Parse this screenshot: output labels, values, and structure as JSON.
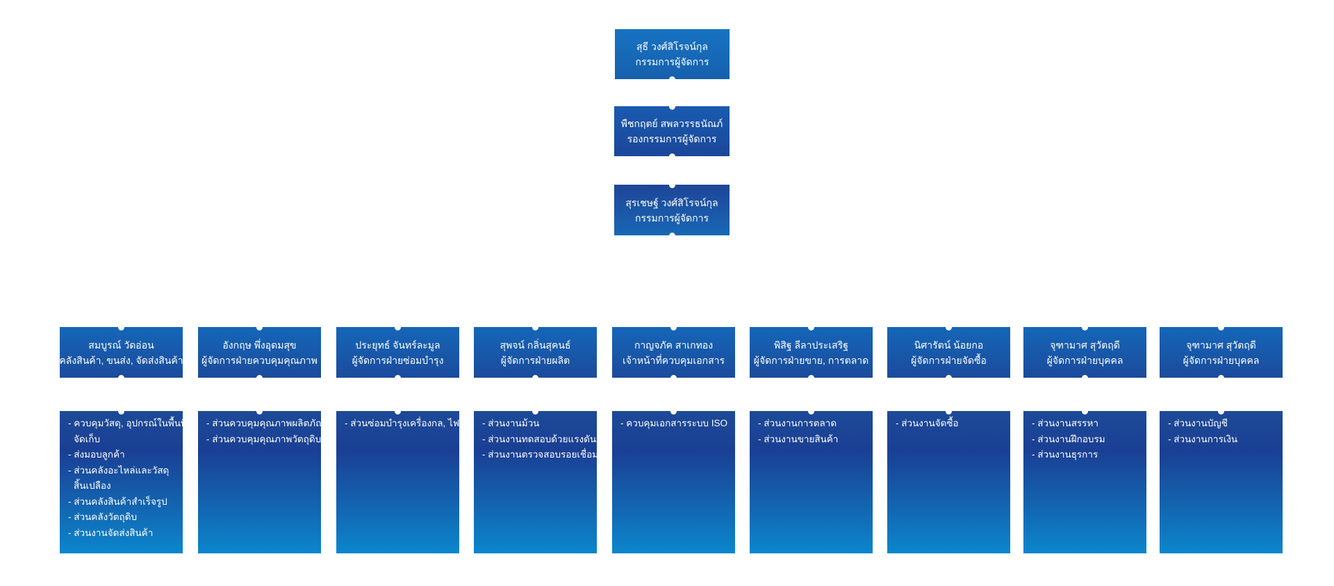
{
  "executives": [
    {
      "name": "สุธี  วงศ์สิโรจน์กุล",
      "title": "กรรมการผู้จัดการ"
    },
    {
      "name": "พืชกฤตย์  สพลวรรธนัณภ์",
      "title": "รองกรรมการผู้จัดการ"
    },
    {
      "name": "สุรเชษฐ์  วงศ์สิโรจน์กุล",
      "title": "กรรมการผู้จัดการ"
    }
  ],
  "departments": [
    {
      "name": "สมบูรณ์  วัดอ่อน",
      "title": "คลังสินค้า, ขนส่ง, จัดส่งสินค้า",
      "items": [
        [
          "- ควบคุมวัสดุ, อุปกรณ์ในพื้นที่",
          "จัดเก็บ"
        ],
        [
          "- ส่งมอบลูกค้า"
        ],
        [
          "- ส่วนคลังอะไหล่และวัสดุ",
          "สิ้นเปลือง"
        ],
        [
          "- ส่วนคลังสินค้าสำเร็จรูป"
        ],
        [
          "- ส่วนคลังวัตถุดิบ"
        ],
        [
          "- ส่วนงานจัดส่งสินค้า"
        ]
      ]
    },
    {
      "name": "อังกฤษ  พึ่งอุดมสุข",
      "title": "ผู้จัดการฝ่ายควบคุมคุณภาพ",
      "items": [
        [
          "- ส่วนควบคุมคุณภาพผลิตภัณฑ์"
        ],
        [
          "- ส่วนควบคุมคุณภาพวัตถุดิบ"
        ]
      ]
    },
    {
      "name": "ประยุทธ์  จันทร์ละมูล",
      "title": "ผู้จัดการฝ่ายซ่อมบำรุง",
      "items": [
        [
          "- ส่วนซ่อมบำรุงเครื่องกล, ไฟฟ้า"
        ]
      ]
    },
    {
      "name": "สุพจน์  กลิ่นสุคนธ์",
      "title": "ผู้จัดการฝ่ายผลิต",
      "items": [
        [
          "- ส่วนงานม้วน"
        ],
        [
          "- ส่วนงานทดสอบด้วยแรงดันน้ำ"
        ],
        [
          "- ส่วนงานตรวจสอบรอยเชื่อม"
        ]
      ]
    },
    {
      "name": "กาญจภัค  สาเกทอง",
      "title": "เจ้าหน้าที่ควบคุมเอกสาร",
      "items": [
        [
          "- ควบคุมเอกสารระบบ ISO"
        ]
      ]
    },
    {
      "name": "พิสิฐ  ลีลาประเสริฐ",
      "title": "ผู้จัดการฝ่ายขาย, การตลาด",
      "items": [
        [
          "- ส่วนงานการตลาด"
        ],
        [
          "- ส่วนงานขายสินค้า"
        ]
      ]
    },
    {
      "name": "นิศารัตน์  น้อยกอ",
      "title": "ผู้จัดการฝ่ายจัดซื้อ",
      "items": [
        [
          "- ส่วนงานจัดซื้อ"
        ]
      ]
    },
    {
      "name": "จุฑามาศ  สุวัตฤดี",
      "title": "ผู้จัดการฝ่ายบุคคล",
      "items": [
        [
          "- ส่วนงานสรรหา"
        ],
        [
          "- ส่วนงานฝึกอบรม"
        ],
        [
          "- ส่วนงานธุรการ"
        ]
      ]
    },
    {
      "name": "จุฑามาศ  สุวัตฤดี",
      "title": "ผู้จัดการฝ่ายบุคคล",
      "items": [
        [
          "- ส่วนงานบัญชี"
        ],
        [
          "- ส่วนงานการเงิน"
        ]
      ]
    }
  ]
}
